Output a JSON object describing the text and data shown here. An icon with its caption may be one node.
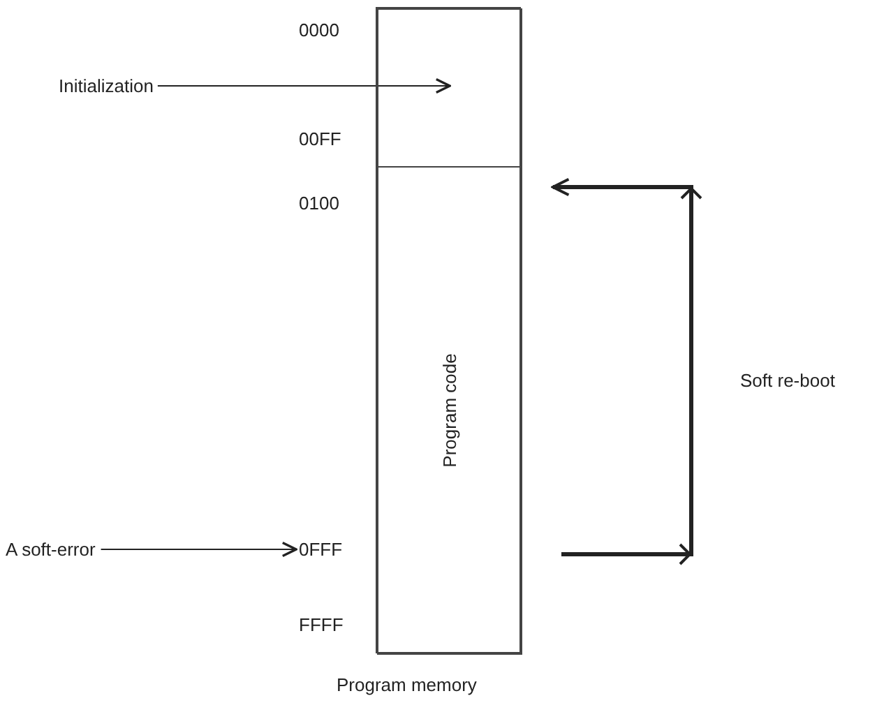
{
  "diagram": {
    "nodes": [
      {
        "text": [
          "Program memory"
        ]
      },
      {
        "text": [],
        "shape": "box",
        "in": 0
      },
      {
        "text": [
          "Program code"
        ],
        "in": 0
      },
      {
        "text": [
          "Initialization"
        ]
      },
      {
        "text": [
          "A soft-error"
        ]
      },
      {
        "text": [
          "0FFF"
        ]
      }
    ],
    "edges": [
      {
        "from": 3,
        "to": 1,
        "arrow": "to"
      },
      {
        "from": 4,
        "to": 5,
        "arrow": "to"
      },
      {
        "from": null,
        "to": 2,
        "arrow": "to",
        "label": "Soft re-boot",
        "style": "thick"
      }
    ],
    "labels": [
      "0000",
      "00FF",
      "0100",
      "FFFF"
    ]
  }
}
